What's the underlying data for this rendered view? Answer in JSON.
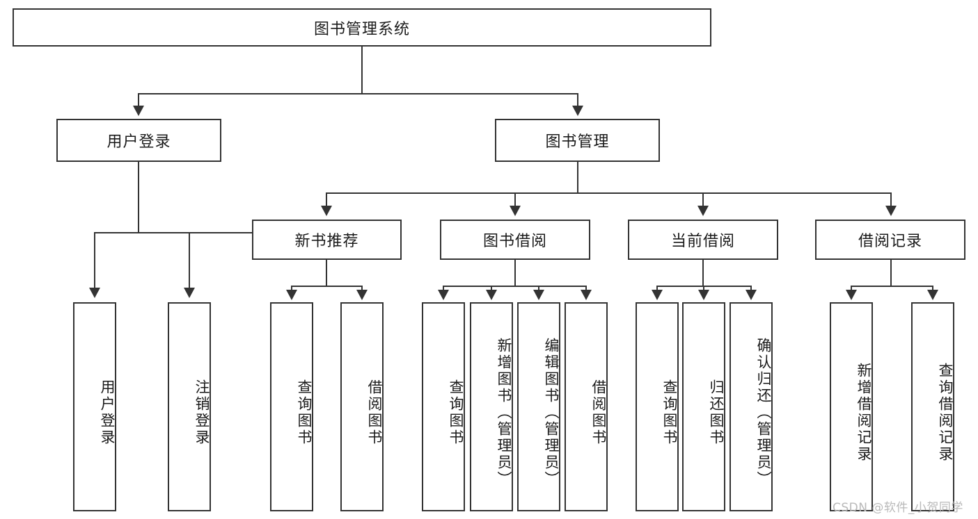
{
  "diagram": {
    "title": "图书管理系统",
    "type": "hierarchy-tree",
    "root": {
      "id": "root",
      "label": "图书管理系统",
      "orientation": "horizontal"
    },
    "level2": [
      {
        "id": "user-login",
        "label": "用户登录",
        "orientation": "horizontal"
      },
      {
        "id": "book-management",
        "label": "图书管理",
        "orientation": "horizontal"
      }
    ],
    "level3": [
      {
        "id": "new-book-recommend",
        "label": "新书推荐",
        "orientation": "horizontal"
      },
      {
        "id": "book-borrow",
        "label": "图书借阅",
        "orientation": "horizontal"
      },
      {
        "id": "current-borrow",
        "label": "当前借阅",
        "orientation": "horizontal"
      },
      {
        "id": "borrow-record",
        "label": "借阅记录",
        "orientation": "horizontal"
      }
    ],
    "leaves": {
      "user_login": [
        {
          "id": "leaf-user-login",
          "label": "用户登录"
        },
        {
          "id": "leaf-logout",
          "label": "注销登录"
        }
      ],
      "new_book_recommend": [
        {
          "id": "leaf-query-book-1",
          "label": "查询图书"
        },
        {
          "id": "leaf-borrow-book-1",
          "label": "借阅图书"
        }
      ],
      "book_borrow": [
        {
          "id": "leaf-query-book-2",
          "label": "查询图书"
        },
        {
          "id": "leaf-add-book",
          "label": "新增图书（管理员）"
        },
        {
          "id": "leaf-edit-book",
          "label": "编辑图书（管理员）"
        },
        {
          "id": "leaf-borrow-book-2",
          "label": "借阅图书"
        }
      ],
      "current_borrow": [
        {
          "id": "leaf-query-book-3",
          "label": "查询图书"
        },
        {
          "id": "leaf-return-book",
          "label": "归还图书"
        },
        {
          "id": "leaf-confirm-return",
          "label": "确认归还（管理员）"
        }
      ],
      "borrow_record": [
        {
          "id": "leaf-add-record",
          "label": "新增借阅记录"
        },
        {
          "id": "leaf-query-record",
          "label": "查询借阅记录"
        }
      ]
    }
  },
  "watermark": {
    "text": "CSDN @软件_小贺同学"
  },
  "colors": {
    "stroke": "#333333",
    "box_fill": "#ffffff",
    "text": "#1a1a1a",
    "watermark": "#b9b9b9",
    "background": "#ffffff"
  }
}
